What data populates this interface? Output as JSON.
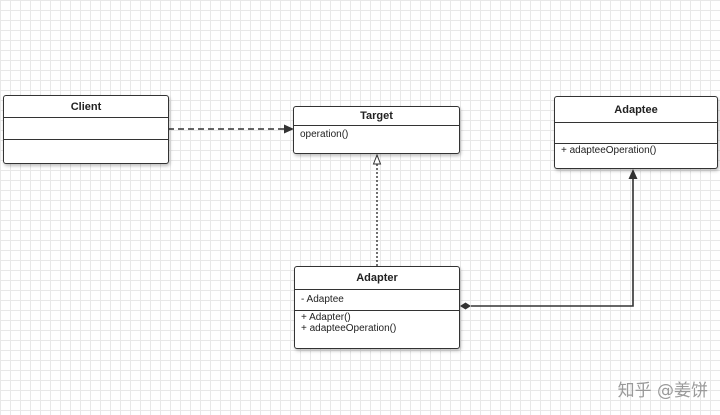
{
  "diagram": {
    "classes": {
      "client": {
        "name": "Client",
        "attributes": [],
        "operations": []
      },
      "target": {
        "name": "Target",
        "attributes": [
          "operation()"
        ]
      },
      "adaptee": {
        "name": "Adaptee",
        "attributes": [],
        "operations": [
          "+ adapteeOperation()"
        ]
      },
      "adapter": {
        "name": "Adapter",
        "attributes": [
          "- Adaptee"
        ],
        "operations": [
          "+ Adapter()",
          "+ adapteeOperation()"
        ]
      }
    },
    "relations": [
      {
        "from": "Client",
        "to": "Target",
        "type": "dependency",
        "style": "dashed"
      },
      {
        "from": "Adapter",
        "to": "Target",
        "type": "realization",
        "style": "dotted"
      },
      {
        "from": "Adapter",
        "to": "Adaptee",
        "type": "composition",
        "style": "solid"
      }
    ]
  },
  "watermark": "知乎 @姜饼",
  "colors": {
    "line": "#333333",
    "grid": "#e8e8e8",
    "watermark": "#9a9a9a"
  }
}
